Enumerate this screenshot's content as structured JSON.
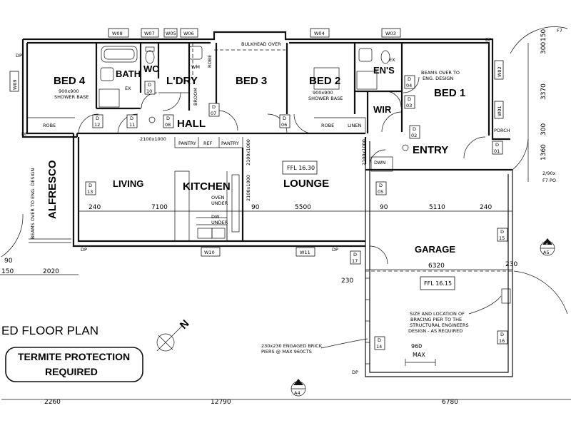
{
  "plan": {
    "title": "ED FLOOR PLAN",
    "termite_notice": [
      "TERMITE PROTECTION",
      "REQUIRED"
    ],
    "rooms": {
      "bed4": "BED 4",
      "bath": "BATH",
      "wc": "WC",
      "laundry": "L'DRY",
      "bed3": "BED 3",
      "bed2": "BED 2",
      "ensuite": "EN'S",
      "bed1": "BED 1",
      "wir": "WIR",
      "hall": "HALL",
      "entry": "ENTRY",
      "alfresco": "ALFRESCO",
      "living": "LIVING",
      "kitchen": "KITCHEN",
      "lounge": "LOUNGE",
      "garage": "GARAGE",
      "porch": "PORCH"
    },
    "windows": {
      "w08": "W08",
      "w07": "W07",
      "w09": "W09",
      "w06": "W06",
      "w05": "W05",
      "w04": "W04",
      "w03": "W03",
      "w02": "W02",
      "w01": "W01",
      "w10": "W10",
      "w11": "W11"
    },
    "doors": {
      "d12": "12",
      "d11": "11",
      "d10": "10",
      "d08": "08",
      "d07": "07",
      "d06": "06",
      "d04": "04",
      "d03": "03",
      "d02": "02",
      "d01": "01",
      "d13": "13",
      "d05": "05",
      "d15": "15",
      "d17": "17",
      "d14": "14",
      "d16": "16",
      "letter": "D"
    },
    "fixtures": {
      "robe": "ROBE",
      "linen": "LINEN",
      "pantry": "PANTRY",
      "ref": "REF",
      "broom": "BROOM",
      "wm": "WM",
      "oven": "OVEN",
      "under": "UNDER",
      "dw": "DW",
      "dwn": "DWN",
      "ex": "EX",
      "dp": "DP",
      "bulkhead": "BULKHEAD OVER"
    },
    "notes": {
      "shower_base_1": "900x900",
      "shower_base_2": "SHOWER BASE",
      "beams_1": "BEAMS OVER TO",
      "beams_2": "ENG. DESIGN",
      "beams_vertical": "BEAMS OVER TO ENG. DESIGN",
      "opening": "2100x1000",
      "ffl_house": "FFL 16.30",
      "ffl_garage": "FFL 16.15",
      "bracing_1": "SIZE AND LOCATION OF",
      "bracing_2": "BRACING PIER TO THE",
      "bracing_3": "STRUCTURAL ENGINEERS",
      "bracing_4": "DESIGN - AS REQUIRED",
      "piers_1": "230x230 ENGAGED BRICK",
      "piers_2": "PIERS @ MAX 960CTS",
      "pier_960": "960",
      "pier_max": "MAX",
      "f7_1": "2/90x",
      "f7_2": "F7 PO",
      "f7_top": "F7",
      "sec4": "4",
      "secA5": "A5",
      "secA4": "A4",
      "north": "N"
    },
    "dimensions": {
      "d240a": "240",
      "d7100": "7100",
      "d90a": "90",
      "d5500": "5500",
      "d90b": "90",
      "d5110": "5110",
      "d240b": "240",
      "d6320": "6320",
      "d230a": "230",
      "d230b": "230",
      "d90c": "90",
      "d150a": "150",
      "d2020": "2020",
      "d2260": "2260",
      "d12790": "12790",
      "d6780": "6780",
      "d3370": "3370",
      "d300a": "300",
      "d150b": "150",
      "d300b": "300",
      "d1360": "1360"
    }
  }
}
